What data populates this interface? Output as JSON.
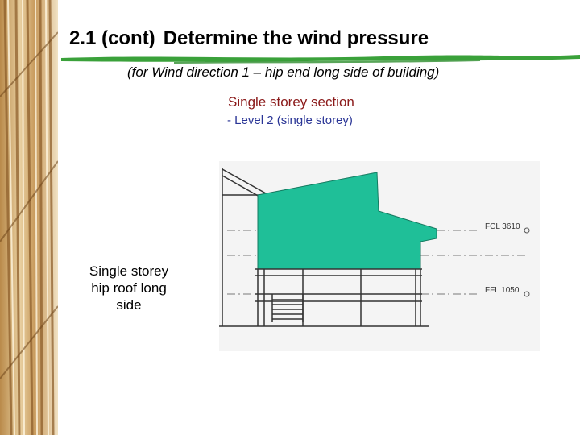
{
  "slide": {
    "title_part1": "2.1 (cont)",
    "title_part2": "Determine the wind pressure",
    "subtitle": "(for Wind direction 1 – hip end long side of building)",
    "section_title": "Single storey section",
    "level_label": "- Level 2 (single storey)",
    "caption": "Single storey hip roof long side"
  },
  "drawing": {
    "fcl_label": "FCL 3610",
    "ffl_label": "FFL 1050"
  },
  "colors": {
    "accent_green": "#1fbf98",
    "underline_green": "#3aa13a",
    "section_title": "#8b1a1a",
    "level_label": "#2a3596"
  }
}
